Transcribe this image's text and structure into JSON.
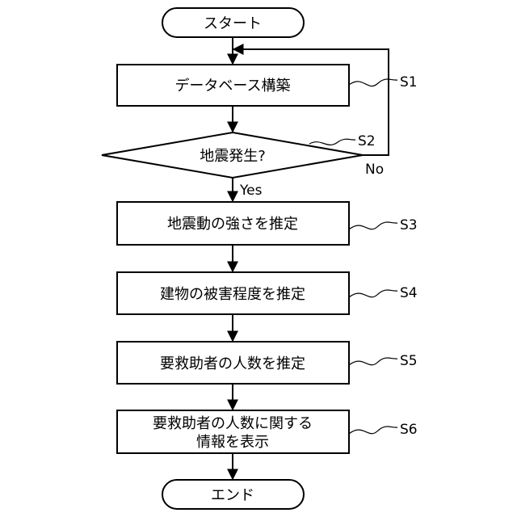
{
  "flowchart": {
    "start": "スタート",
    "end": "エンド",
    "steps": {
      "s1": {
        "text": "データベース構築",
        "label": "S1"
      },
      "s2": {
        "text": "地震発生?",
        "label": "S2",
        "yes": "Yes",
        "no": "No"
      },
      "s3": {
        "text": "地震動の強さを推定",
        "label": "S3"
      },
      "s4": {
        "text": "建物の被害程度を推定",
        "label": "S4"
      },
      "s5": {
        "text": "要救助者の人数を推定",
        "label": "S5"
      },
      "s6": {
        "text_line1": "要救助者の人数に関する",
        "text_line2": "情報を表示",
        "label": "S6"
      }
    }
  }
}
